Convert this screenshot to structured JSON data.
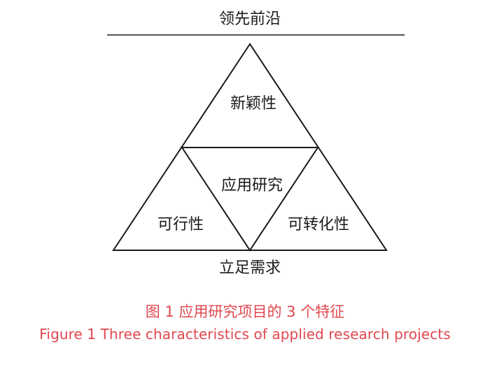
{
  "diagram": {
    "top_label": "领先前沿",
    "bottom_label": "立足需求",
    "regions": {
      "top": "新颖性",
      "center": "应用研究",
      "left": "可行性",
      "right": "可转化性"
    },
    "line_color": "#1a1a1a"
  },
  "caption": {
    "zh": "图 1  应用研究项目的 3 个特征",
    "en": "Figure 1  Three characteristics of applied research projects",
    "color": "#e0474f"
  }
}
